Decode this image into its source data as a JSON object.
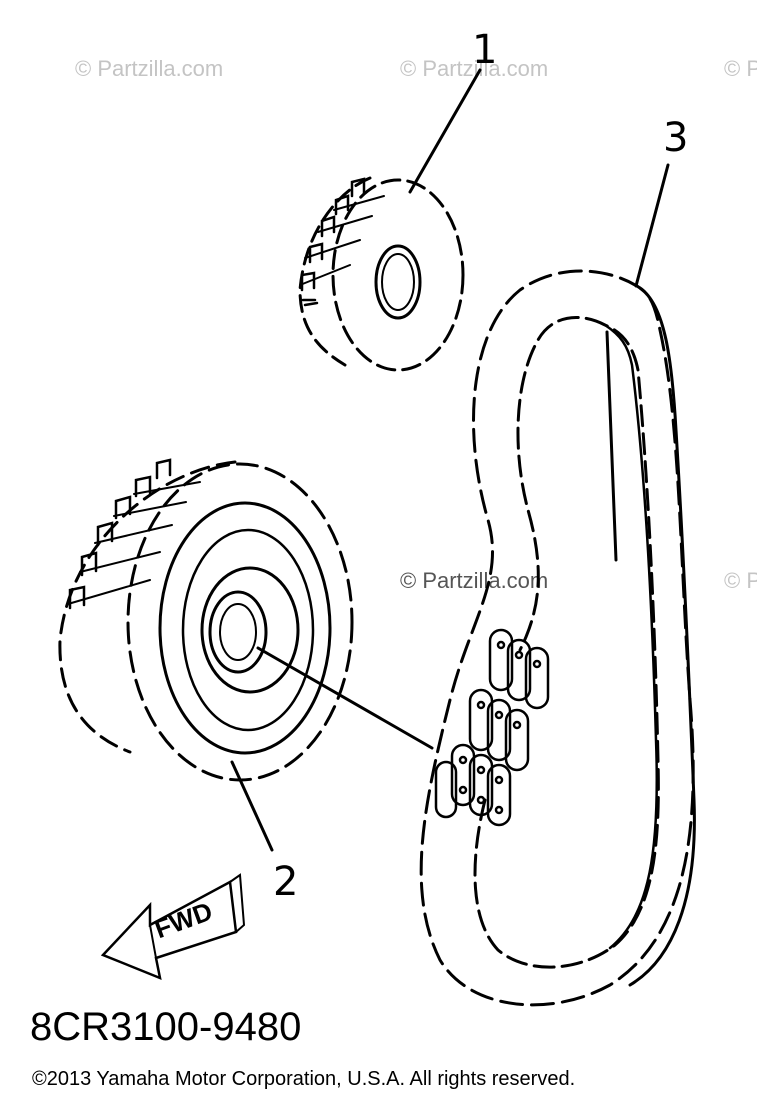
{
  "watermarks": [
    "© Partzilla.com",
    "© Partzilla.com",
    "© P",
    "© Partzilla.com",
    "© P"
  ],
  "callouts": {
    "part1": "1",
    "part2": "2",
    "part3": "3"
  },
  "fwd_label": "FWD",
  "part_code": "8CR3100-9480",
  "copyright": "©2013  Yamaha Motor Corporation, U.S.A. All rights reserved.",
  "icons": [
    "small-sprocket",
    "large-sprocket",
    "drive-chain",
    "forward-arrow"
  ],
  "colors": {
    "line": "#000000",
    "watermark": "#c4c4c4",
    "background": "#ffffff"
  }
}
